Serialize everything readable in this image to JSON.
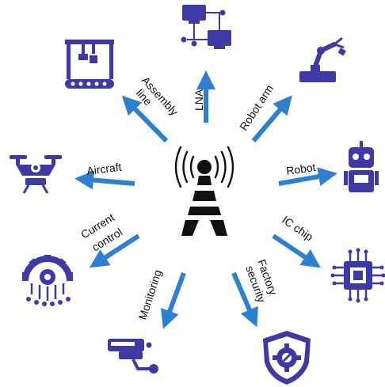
{
  "colors": {
    "arrow": "#2f7fd0",
    "icon": "#3d3aa6",
    "tower": "#111111"
  },
  "labels": {
    "assembly_line_1": "Assembly",
    "assembly_line_2": "line",
    "lna": "LNA",
    "robot_arm": "Robot arm",
    "aircraft": "Aircraft",
    "robot": "Robot",
    "current_control_1": "Current",
    "current_control_2": "control",
    "ic_chip": "IC chip",
    "monitoring": "Monitoring",
    "factory_security_1": "Factory",
    "factory_security_2": "security"
  },
  "icons": [
    "wireless-tower-icon",
    "computer-network-icon",
    "robot-arm-icon",
    "assembly-line-icon",
    "drone-icon",
    "robot-icon",
    "gear-circuit-icon",
    "chip-icon",
    "security-camera-icon",
    "shield-gear-icon"
  ]
}
